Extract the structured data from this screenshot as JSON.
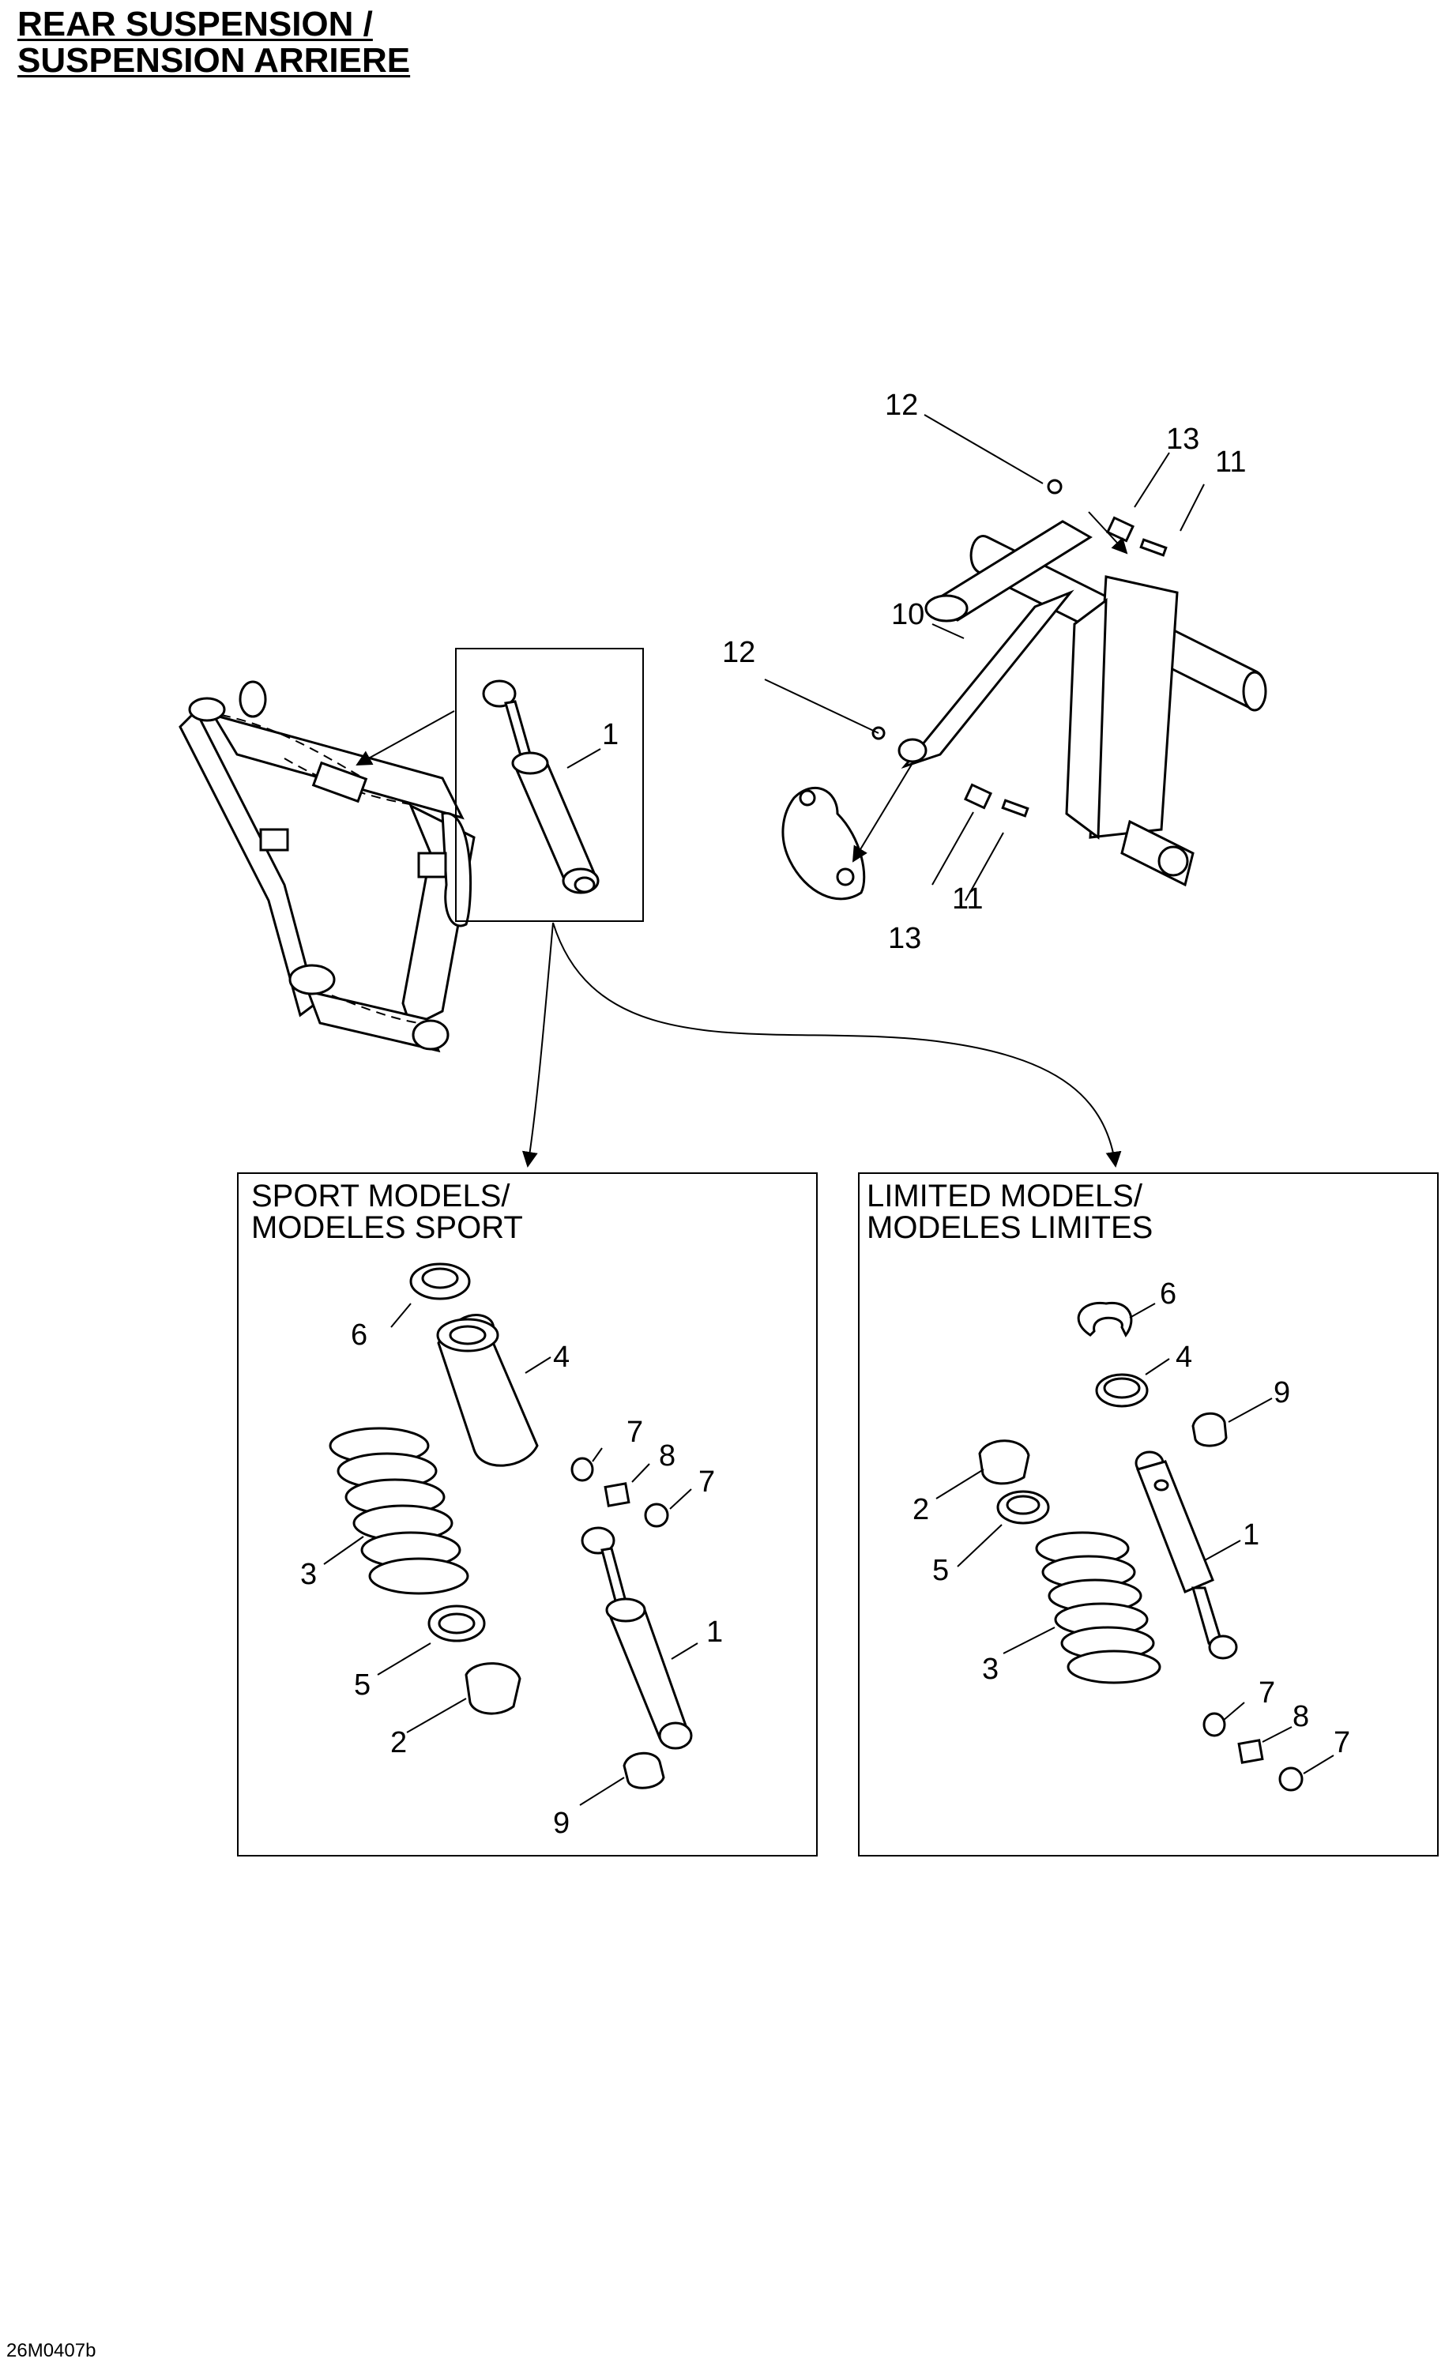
{
  "title": {
    "line1": "REAR SUSPENSION /",
    "line2": "SUSPENSION ARRIERE"
  },
  "boxes": {
    "sport": {
      "line1": "SPORT MODELS/",
      "line2": "MODELES SPORT"
    },
    "limited": {
      "line1": "LIMITED MODELS/",
      "line2": "MODELES LIMITES"
    }
  },
  "callouts": {
    "top": {
      "c12a": "12",
      "c13a": "13",
      "c11a": "11",
      "c10": "10",
      "c12b": "12",
      "c1": "1",
      "c11b": "11",
      "c13b": "13"
    },
    "sport": {
      "c6": "6",
      "c4": "4",
      "c7a": "7",
      "c8": "8",
      "c7b": "7",
      "c3": "3",
      "c1": "1",
      "c5": "5",
      "c2": "2",
      "c9": "9"
    },
    "limited": {
      "c6": "6",
      "c4": "4",
      "c9": "9",
      "c2": "2",
      "c1": "1",
      "c5": "5",
      "c3": "3",
      "c7a": "7",
      "c8": "8",
      "c7b": "7"
    }
  },
  "reference_code": "26M0407b"
}
